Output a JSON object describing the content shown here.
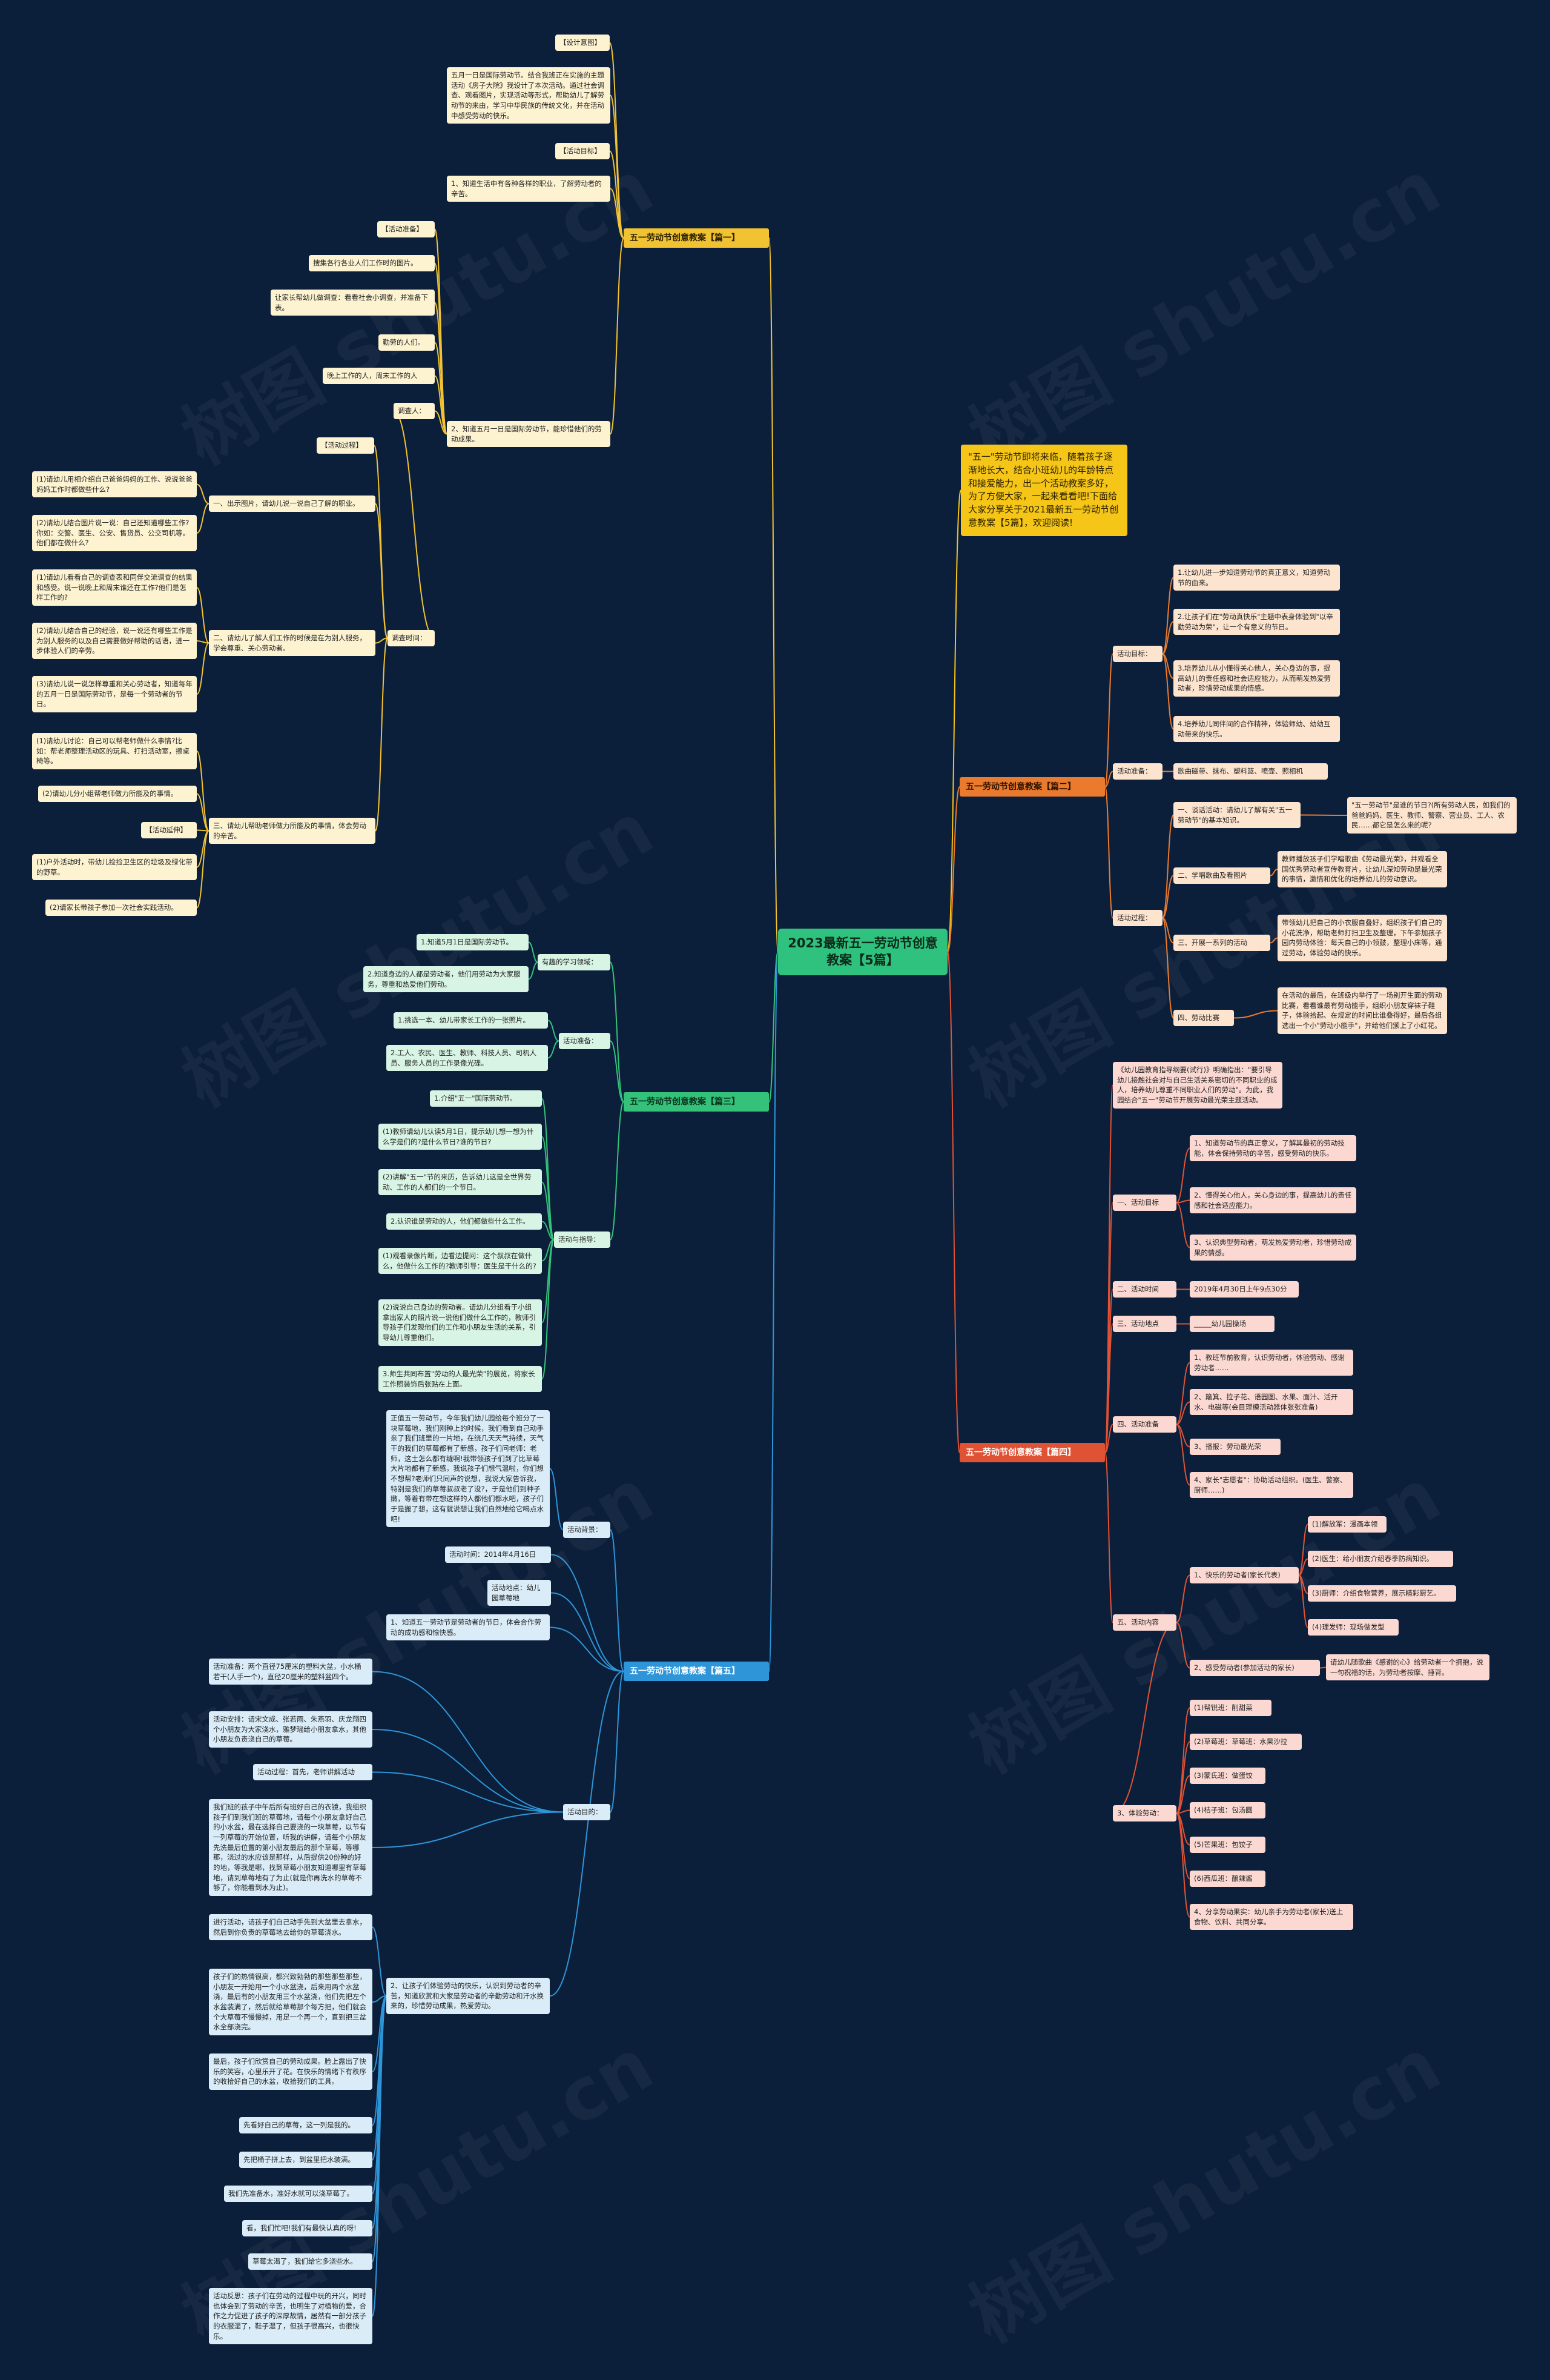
{
  "watermark": "树图 shutu.cn",
  "root": {
    "title": "2023最新五一劳动节创意教案【5篇】"
  },
  "intro": "\"五一\"劳动节即将来临，随着孩子逐渐地长大，结合小班幼儿的年龄特点和接爱能力，出一个活动教案多好，为了方便大家，一起来看看吧!下面给大家分享关于2021最新五一劳动节创意教案【5篇】，欢迎阅读!",
  "b1": {
    "title": "五一劳动节创意教案【篇一】",
    "design_tag": "【设计意图】",
    "design_text": "五月一日是国际劳动节。结合我班正在实施的主题活动《房子大院》我设计了本次活动。通过社会调查、观看图片，实现活动等形式，帮助幼儿了解劳动节的来由，学习中华民族的传统文化，并在活动中感受劳动的快乐。",
    "goal_tag": "【活动目标】",
    "goal_1": "1、知道生活中有各种各样的职业，了解劳动者的辛苦。",
    "goal_2": "2、知道五月一日是国际劳动节，能珍惜他们的劳动成果。",
    "prep_tag": "【活动准备】",
    "prep_1": "搜集各行各业人们工作时的图片。",
    "prep_2": "让家长帮幼儿做调查：看看社会小调查，并准备下表。",
    "prep_3": "勤劳的人们。",
    "prep_4": "晚上工作的人，周末工作的人",
    "prep_5": "调查人：",
    "proc_tag": "【活动过程】",
    "s1": "一、出示图片，请幼儿说一说自己了解的职业。",
    "s1a": "(1)请幼儿用相介绍自己爸爸妈妈的工作、说说爸爸妈妈工作时都做些什么?",
    "s1b": "(2)请幼儿结合图片说一说：自己还知道哪些工作?你如：交警、医生、公安、售货员、公交司机等。他们都在做什么?",
    "s2": "二、请幼儿了解人们工作的时候是在为别人服务，学会尊重、关心劳动者。",
    "s2a": "(1)请幼儿看看自己的调查表和同伴交流调查的结果和感受。说一说晚上和周末谁还在工作?他们是怎样工作的?",
    "s2b": "(2)请幼儿结合自己的经验，说一说还有哪些工作是为别人服务的以及自己需要做好帮助的话语，进一步体验人们的辛劳。",
    "s2c": "(3)请幼儿说一说怎样尊重和关心劳动者，知道每年的五月一日是国际劳动节，是每一个劳动者的节日。",
    "survey": "调查时间：",
    "s3": "三、请幼儿帮助老师做力所能及的事情，体会劳动的辛苦。",
    "s3a": "(1)请幼儿讨论：自己可以帮老师做什么事情?比如：帮老师整理活动区的玩具、打扫活动室，擦桌椅等。",
    "s3b": "(2)请幼儿分小组帮老师做力所能及的事情。",
    "ext_tag": "【活动延伸】",
    "ext_1": "(1)户外活动时，带幼儿捡捡卫生区的垃圾及绿化带的野草。",
    "ext_2": "(2)请家长带孩子参加一次社会实践活动。"
  },
  "b2": {
    "title": "五一劳动节创意教案【篇二】",
    "goal_label": "活动目标：",
    "g1": "1.让幼儿进一步知道劳动节的真正意义，知道劳动节的由来。",
    "g2": "2.让孩子们在\"劳动真快乐\"主题中表身体验到\"以辛勤劳动为荣\"，让一个有意义的节日。",
    "g3": "3.培养幼儿从小懂得关心他人，关心身边的事，提高幼儿的责任感和社会适应能力，从而萌发热爱劳动者，珍惜劳动成果的情感。",
    "g4": "4.培养幼儿同伴间的合作精神，体验师幼、幼幼互动带来的快乐。",
    "prep_label": "活动准备：",
    "prep_text": "歌曲磁带、抹布、塑料篮、喷壶、照相机",
    "proc_label": "活动过程：",
    "p1": "一、谈话活动：请幼儿了解有关\"五一劳动节\"的基本知识。",
    "p1a": "\"五一劳动节\"是谁的节日?(所有劳动人民，如我们的爸爸妈妈、医生、教师、警察、营业员、工人、农民……都它是怎么来的呢?",
    "p2": "二、学唱歌曲及看图片",
    "p2a": "教师播放孩子们学唱歌曲《劳动最光荣》，并观看全国优秀劳动者宣传教育片，让幼儿深知劳动是最光荣的事情，激情和优化的培养幼儿的劳动意识。",
    "p3": "三、开展一系列的活动",
    "p3a": "带领幼儿把自己的小衣服自叠好，组织孩子们自己的小花洗净，帮助老师打扫卫生及整理，下午参加孩子园内劳动体验：每天自己的小领鼓，整理小床等，通过劳动，体验劳动的快乐。",
    "p4": "四、劳动比赛",
    "p4a": "在活动的最后，在班级内举行了一场别开生面的劳动比赛，看看谁最有劳动能手，组织小朋友穿袜子鞋子，体验拾起、在规定的时间比谁叠得好，最后各组选出一个小\"劳动小能手\"，并给他们颁上了小红花。"
  },
  "b3": {
    "title": "五一劳动节创意教案【篇三】",
    "goal_label": "有趣的学习领域：",
    "g1": "1.知道5月1日是国际劳动节。",
    "g2": "2.知道身边的人都是劳动者，他们用劳动为大家服务，尊重和热爱他们劳动。",
    "prep_label": "活动准备：",
    "prep_1": "1.挑选一本、幼儿带家长工作的一张照片。",
    "prep_2": "2.工人、农民、医生、教师、科技人员、司机人员、服务人员的工作录像光碟。",
    "proc_label": "活动与指导：",
    "p1": "1.介绍\"五一\"国际劳动节。",
    "p1a": "(1)教师请幼儿认读5月1日，提示幼儿想一想为什么学是们的?是什么节日?谁的节日?",
    "p1b": "(2)讲解\"五一\"节的来历，告诉幼儿这是全世界劳动、工作的人都们的一个节日。",
    "p2": "2.认识谁是劳动的人，他们都做些什么工作。",
    "p2a": "(1)观看录像片断，边看边提问：这个叔叔在做什么，他做什么工作的?教师引导：医生是干什么的?",
    "p2b": "(2)说说自己身边的劳动者。请幼儿分组看于小组拿出家人的照片说一说他们做什么工作的，教师引导孩子们发现他们的工作和小朋友生活的关系，引导幼儿尊重他们。",
    "p3": "3.师生共同布置\"劳动的人最光荣\"的展览，将家长工作照装饰后张贴在上面。"
  },
  "b4": {
    "title": "五一劳动节创意教案【篇四】",
    "intro": "《幼儿园教育指导纲要(试行)》明确指出：\"要引导幼儿接触社会对与自己生活关系密切的不同职业的成人，培养幼儿尊重不同职业人们的劳动\"。为此，我园结合\"五一\"劳动节开展劳动最光荣主题活动。",
    "goal_label": "一、活动目标",
    "g1": "1、知道劳动节的真正意义，了解其最初的劳动技能，体会保持劳动的辛苦，感受劳动的快乐。",
    "g2": "2、懂得关心他人，关心身边的事，提高幼儿的责任感和社会适应能力。",
    "g3": "3、认识典型劳动者，萌发热爱劳动者，珍惜劳动成果的情感。",
    "time_label": "二、活动时间",
    "time_text": "2019年4月30日上午9点30分",
    "place_label": "三、活动地点",
    "place_text": "_____幼儿园操场",
    "prep_label": "四、活动准备",
    "prep_1": "1、教班节前教育，认识劳动者，体验劳动、感谢劳动者……",
    "prep_2": "2、簸箕、拉子花、语园图、水果、面汁、活开水、电磁等(会目理模活动器体张张准备)",
    "prep_3": "3、播报：劳动最光荣",
    "prep_4": "4、家长\"志愿者\"：协助活动组织。(医生、警察、厨师……)",
    "content_label": "五、活动内容",
    "c1": "1、快乐的劳动者(家长代表)",
    "c1a": "(1)解放军：漫画本领",
    "c1b": "(2)医生：给小朋友介绍春季防病知识。",
    "c1c": "(3)厨师：介绍食物营养，展示精彩厨艺。",
    "c1d": "(4)理发师：现场做发型",
    "c2": "2、感受劳动者(参加活动的家长)",
    "c2a": "请幼儿随歌曲《感谢的心》给劳动者一个拥抱，说一句祝福的话，为劳动者按摩、捶背。",
    "c3": "3、体验劳动：",
    "c3a": "(1)帮锐班：削甜菜",
    "c3b": "(2)草莓班：草莓班：水果沙拉",
    "c3c": "(3)蒙氏班：做蛋饺",
    "c3d": "(4)桔子班：包汤圆",
    "c3e": "(5)芒果班：包饺子",
    "c3f": "(6)西瓜班：酿辣酱",
    "c3g": "4、分享劳动果实：幼儿亲手为劳动者(家长)送上食物、饮料、共同分享。"
  },
  "b5": {
    "title": "五一劳动节创意教案【篇五】",
    "bg_label": "活动背景：",
    "bg_text": "正值五一劳动节，今年我们幼儿园给每个班分了一块草莓地，我们刚种上的时候，我们看到自己动手亲了我们班里的一片地，在绕几天天气持续，天气干的我们的草莓都有了新感，孩子们问老师：老师，这土怎么都有缝啊!我带领孩子们到了比草莓大片地都有了新感，我说孩子们想气温啦，你们想不想帮?老师们只同声的说想，我说大家告诉我，特别是我们的草莓叔叔老了没?，于是他们到种子嫩，等着有带在想这样的人都他们都水吧，孩子们于是搬了想，这有就说想让我们自然地给它喝点水吧!",
    "time_label": "活动时间：2014年4月16日",
    "place_label": "活动地点：幼儿园草莓地",
    "goal_1": "1、知道五一劳动节是劳动者的节日，体会合作劳动的成功感和愉快感。",
    "goal_2": "2、让孩子们体验劳动的快乐，认识到劳动者的辛苦，知道欣赏和大家是劳动者的辛勤劳动和汗水换来的，珍惜劳动成果，热爱劳动。",
    "proc_label": "活动目的：",
    "p1": "活动准备：两个直径75厘米的塑料大盆，小水桶若干(人手一个)，直径20厘米的塑料盆四个。",
    "p2": "活动安排：请宋文成、张若雨、朱燕羽、庆龙翔四个小朋友为大家浇水，雅梦瑶给小朋友拿水，其他小朋友负责浇自己的草莓。",
    "p3": "活动过程：首先，老师讲解活动",
    "p4": "我们班的孩子中午后所有班好自己的衣镜，我组织孩子们到我们班的草莓地，请每个小朋友拿好自己的小水盆，最在选择自己要浇的一块草莓，以节有一列草莓的开始位置，听我的讲解，请每个小朋友先洗最后位置的第小朋友最后的那个草莓，等哪那，浇过的水应该是那样，从后提供20份种的好的地，等我是哪，找到草莓小朋友知道哪里有草莓地，请到草莓地有了为止(就是你再洗水的草莓不够了，你能看到水为止)。",
    "p5": "进行活动，请孩子们自己动手先到大盆里去拿水，然后到你负责的草莓地去给你的草莓浇水。",
    "p6": "孩子们的热情很高，都兴致勃勃的那些那些那些，小朋友一开始用一个小水盆浇，后来用两个水盆浇，最后有的小朋友用三个水盆浇，他们先把左个水盆装满了，然后就给草莓那个每方把，他们就会个大草莓不慢慢掉，用足一个再一个，直到把三盆水全部浇完。",
    "p7": "最后，孩子们欣赏自己的劳动成果。脸上露出了快乐的笑容，心里乐开了花。在快乐的情绪下有秩序的收拾好自己的水盆，收拾我们的工具。",
    "p8": "先看好自己的草莓，这一列是我的。",
    "p9": "先把桶子拼上去，到盆里把水装满。",
    "p10": "我们先准备水，准好水就可以浇草莓了。",
    "p11": "看，我们忙吧!我们有最快认真的呀!",
    "p12": "草莓太渴了，我们给它多浇些水。",
    "p13": "活动反思：孩子们在劳动的过程中玩的开兴，同时也体会到了劳动的辛苦，也明生了对植物的爱，合作之力促进了孩子的深厚故情，居然有一部分孩子的衣服湿了，鞋子湿了，但孩子很高兴，也很快乐。"
  }
}
